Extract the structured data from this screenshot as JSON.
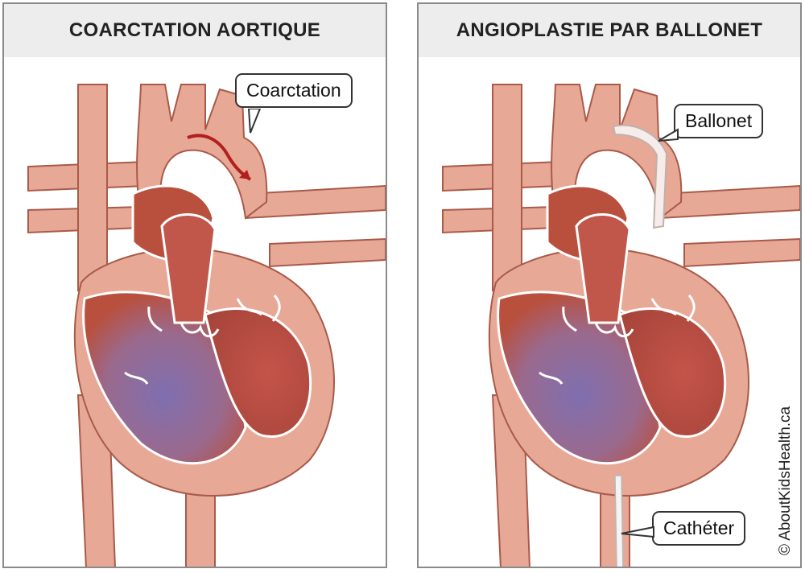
{
  "panels": [
    {
      "title": "COARCTATION AORTIQUE",
      "labels": [
        "Coarctation"
      ]
    },
    {
      "title": "ANGIOPLASTIE PAR BALLONET",
      "labels": [
        "Ballonet",
        "Cathéter"
      ]
    }
  ],
  "copyright": "© AboutKidsHealth.ca",
  "colors": {
    "vessel": "#e7a896",
    "vessel_outline": "#a95a49",
    "chamber": "#b9503e",
    "deoxygenated": "#8e6fae",
    "valve": "#ffffff",
    "flow_arrow": "#b21f1f",
    "panel_border": "#8a8a8a",
    "header_bg": "#ededed"
  },
  "icons": [
    "heart-illustration-icon",
    "blood-flow-arrow-icon",
    "balloon-catheter-icon"
  ]
}
